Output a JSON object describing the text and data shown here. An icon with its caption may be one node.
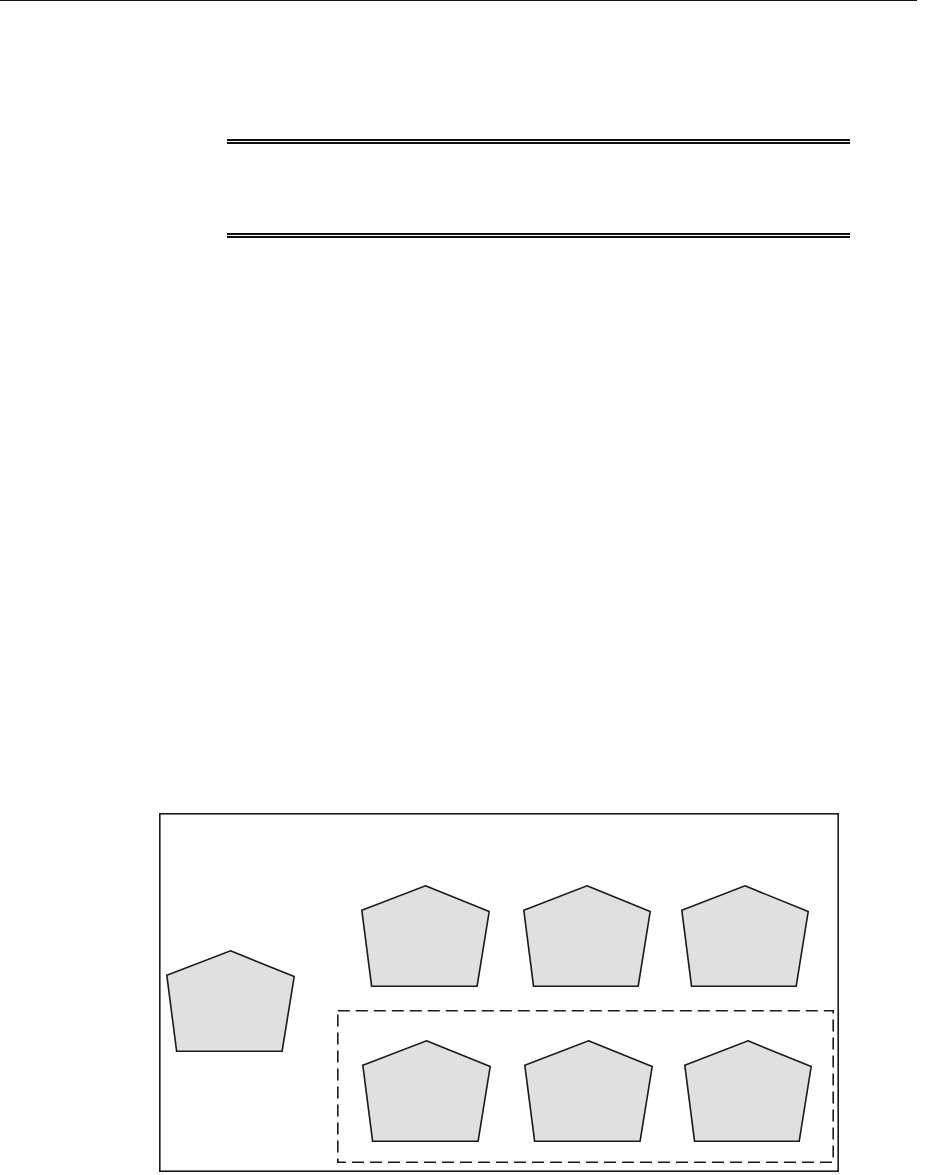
{
  "diagram": {
    "nodes": [
      {
        "text": [],
        "shape": "box"
      },
      {
        "text": [],
        "shape": "pentagon",
        "in": 0
      },
      {
        "text": [],
        "shape": "pentagon",
        "in": 0
      },
      {
        "text": [],
        "shape": "pentagon",
        "in": 0
      },
      {
        "text": [],
        "shape": "pentagon",
        "in": 0
      },
      {
        "text": [],
        "shape": "box",
        "in": 0
      },
      {
        "text": [],
        "shape": "pentagon",
        "in": 5
      },
      {
        "text": [],
        "shape": "pentagon",
        "in": 5
      },
      {
        "text": [],
        "shape": "pentagon",
        "in": 5
      }
    ]
  }
}
